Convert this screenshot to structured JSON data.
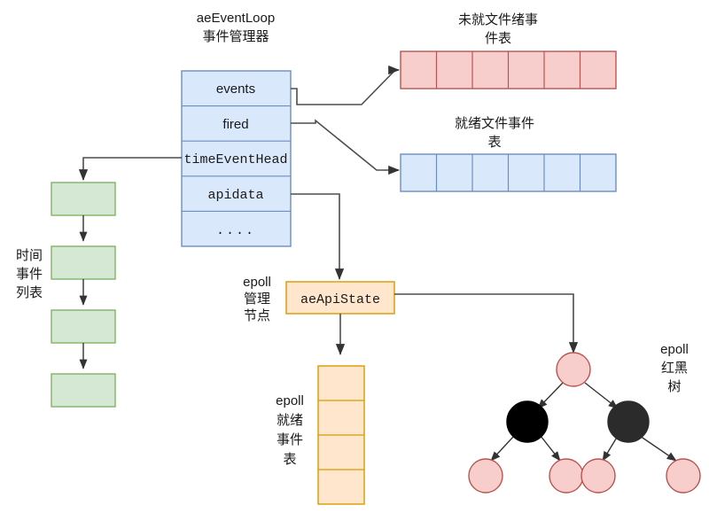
{
  "diagram": {
    "title": {
      "line1": "aeEventLoop",
      "line2": "事件管理器"
    },
    "struct_fields": [
      {
        "label": "events"
      },
      {
        "label": "fired"
      },
      {
        "label": "timeEventHead"
      },
      {
        "label": "apidata"
      },
      {
        "label": "...."
      }
    ],
    "unready_table": {
      "label_line1": "未就文件绪事",
      "label_line2": "件表",
      "cells": 6
    },
    "ready_table": {
      "label_line1": "就绪文件事件",
      "label_line2": "表",
      "cells": 6
    },
    "time_event_list": {
      "label_line1": "时间",
      "label_line2": "事件",
      "label_line3": "列表",
      "nodes": 4
    },
    "epoll_node": {
      "label_line1": "epoll",
      "label_line2": "管理",
      "label_line3": "节点",
      "box_label": "aeApiState"
    },
    "epoll_ready_table": {
      "label_line1": "epoll",
      "label_line2": "就绪",
      "label_line3": "事件",
      "label_line4": "表",
      "cells": 4
    },
    "rbtree": {
      "label_line1": "epoll",
      "label_line2": "红黑",
      "label_line3": "树",
      "nodes": [
        {
          "id": "root",
          "color": "red"
        },
        {
          "id": "left",
          "color": "black"
        },
        {
          "id": "right",
          "color": "black"
        },
        {
          "id": "leaf1",
          "color": "red"
        },
        {
          "id": "leaf2",
          "color": "red"
        },
        {
          "id": "leaf3",
          "color": "red"
        },
        {
          "id": "leaf4",
          "color": "red"
        }
      ]
    },
    "colors": {
      "blue_fill": "#dae8fc",
      "blue_stroke": "#6c8ebf",
      "pink_fill": "#f8cecc",
      "pink_stroke": "#b85450",
      "green_fill": "#d5e8d4",
      "green_stroke": "#82b366",
      "orange_fill": "#ffe6cc",
      "orange_stroke": "#d79b00",
      "black_node": "#000000",
      "edge": "#4d4d4d",
      "text": "#1a1a1a"
    }
  }
}
